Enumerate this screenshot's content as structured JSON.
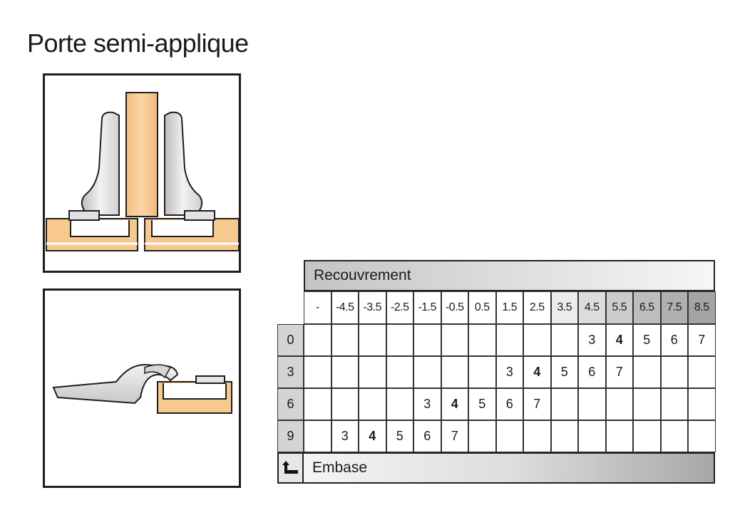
{
  "title": "Porte semi-applique",
  "table": {
    "recouvrement_label": "Recouvrement",
    "embase_label": "Embase",
    "header": [
      "-",
      "-4.5",
      "-3.5",
      "-2.5",
      "-1.5",
      "-0.5",
      "0.5",
      "1.5",
      "2.5",
      "3.5",
      "4.5",
      "5.5",
      "6.5",
      "7.5",
      "8.5"
    ],
    "header_shades": [
      "#ffffff",
      "#ffffff",
      "#ffffff",
      "#ffffff",
      "#ffffff",
      "#ffffff",
      "#ffffff",
      "#ffffff",
      "#ffffff",
      "#ececec",
      "#dcdcdc",
      "#cccccc",
      "#bdbdbd",
      "#b0b0b0",
      "#a4a4a4"
    ],
    "rows": [
      {
        "label": "0",
        "cells": [
          "",
          "",
          "",
          "",
          "",
          "",
          "",
          "",
          "",
          "",
          "3",
          "4",
          "5",
          "6",
          "7"
        ]
      },
      {
        "label": "3",
        "cells": [
          "",
          "",
          "",
          "",
          "",
          "",
          "",
          "3",
          "4",
          "5",
          "6",
          "7",
          "",
          "",
          ""
        ]
      },
      {
        "label": "6",
        "cells": [
          "",
          "",
          "",
          "",
          "3",
          "4",
          "5",
          "6",
          "7",
          "",
          "",
          "",
          "",
          "",
          ""
        ]
      },
      {
        "label": "9",
        "cells": [
          "",
          "3",
          "4",
          "5",
          "6",
          "7",
          "",
          "",
          "",
          "",
          "",
          "",
          "",
          "",
          ""
        ]
      }
    ],
    "bold_value": "4"
  },
  "colors": {
    "wood": "#f7c98f",
    "wood_dark": "#e0a866",
    "hinge_metal": "#e6e6e6",
    "outline": "#1e1e1e"
  }
}
